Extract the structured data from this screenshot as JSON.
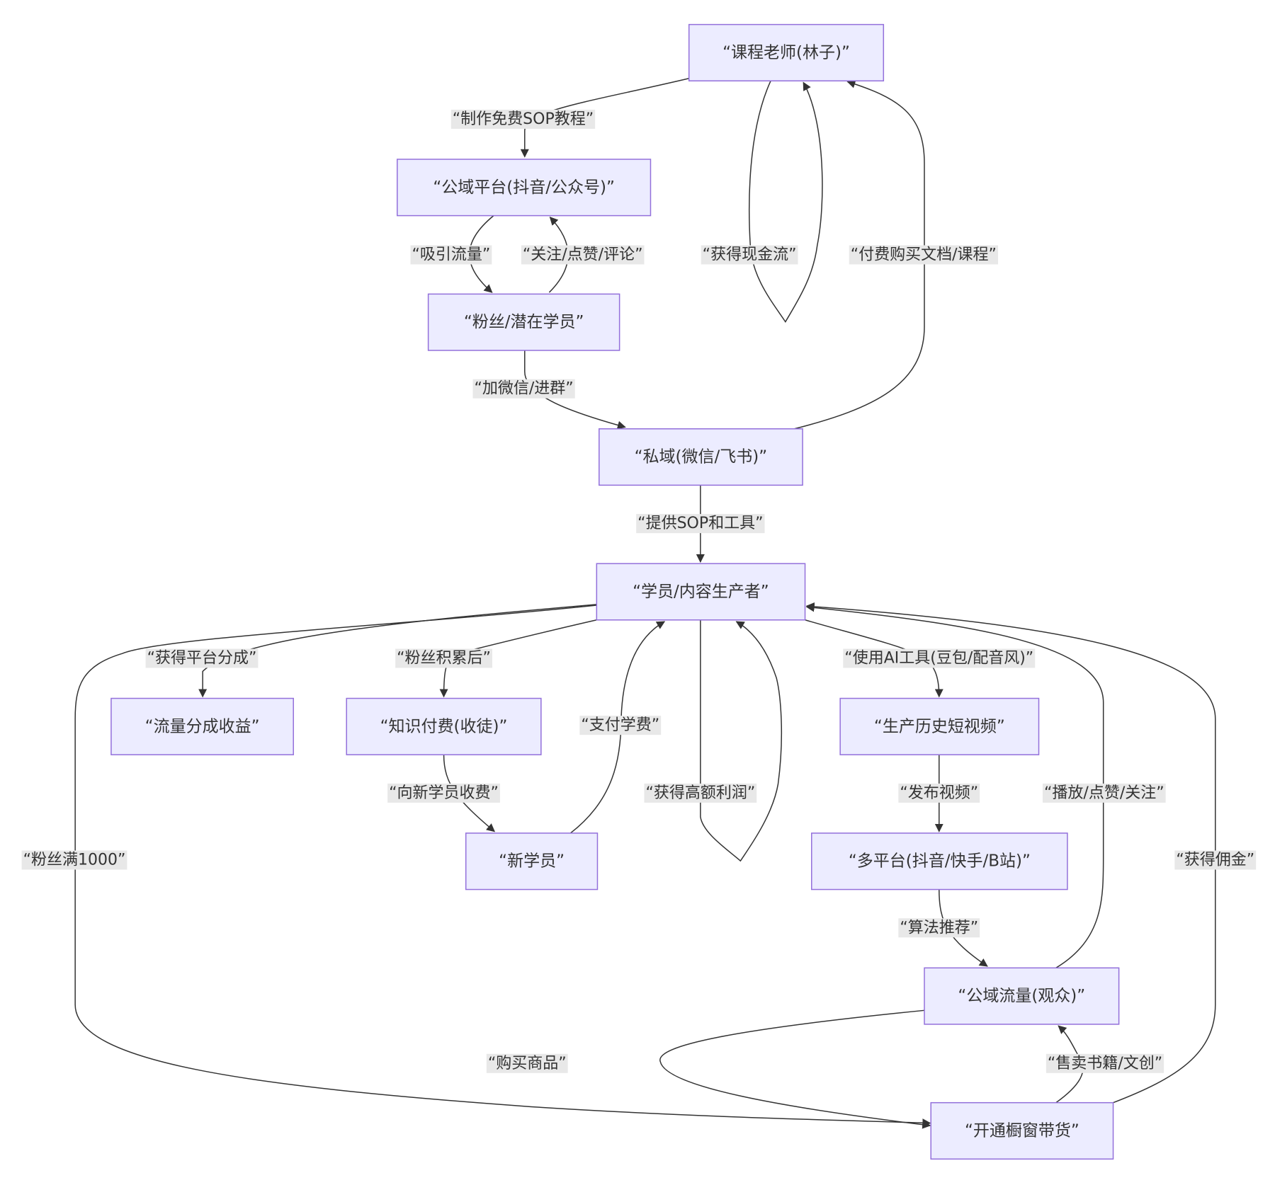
{
  "colors": {
    "node_fill": "#ECECFF",
    "node_stroke": "#9370DB",
    "edge": "#333333",
    "label_bg": "#E8E8E8",
    "text": "#333333"
  },
  "nodes": [
    {
      "id": "teacher",
      "label": "“课程老师(林子)”"
    },
    {
      "id": "public_platform",
      "label": "“公域平台(抖音/公众号)”"
    },
    {
      "id": "fans",
      "label": "“粉丝/潜在学员”"
    },
    {
      "id": "private",
      "label": "“私域(微信/飞书)”"
    },
    {
      "id": "student",
      "label": "“学员/内容生产者”"
    },
    {
      "id": "traffic_income",
      "label": "“流量分成收益”"
    },
    {
      "id": "knowledge_pay",
      "label": "“知识付费(收徒)”"
    },
    {
      "id": "new_student",
      "label": "“新学员”"
    },
    {
      "id": "produce_video",
      "label": "“生产历史短视频”"
    },
    {
      "id": "multi_platform",
      "label": "“多平台(抖音/快手/B站)”"
    },
    {
      "id": "public_traffic",
      "label": "“公域流量(观众)”"
    },
    {
      "id": "shop_window",
      "label": "“开通橱窗带货”"
    }
  ],
  "edges": [
    {
      "from": "teacher",
      "to": "public_platform",
      "label": "“制作免费SOP教程”"
    },
    {
      "from": "public_platform",
      "to": "fans",
      "label": "“吸引流量”"
    },
    {
      "from": "fans",
      "to": "public_platform",
      "label": "“关注/点赞/评论”"
    },
    {
      "from": "teacher",
      "to": "teacher",
      "label": "“获得现金流”"
    },
    {
      "from": "private",
      "to": "teacher",
      "label": "“付费购买文档/课程”"
    },
    {
      "from": "fans",
      "to": "private",
      "label": "“加微信/进群”"
    },
    {
      "from": "private",
      "to": "student",
      "label": "“提供SOP和工具”"
    },
    {
      "from": "student",
      "to": "traffic_income",
      "label": "“获得平台分成”"
    },
    {
      "from": "student",
      "to": "knowledge_pay",
      "label": "“粉丝积累后”"
    },
    {
      "from": "new_student",
      "to": "student",
      "label": "“支付学费”"
    },
    {
      "from": "student",
      "to": "student",
      "label": "“获得高额利润”"
    },
    {
      "from": "student",
      "to": "produce_video",
      "label": "“使用AI工具(豆包/配音风)”"
    },
    {
      "from": "knowledge_pay",
      "to": "new_student",
      "label": "“向新学员收费”"
    },
    {
      "from": "produce_video",
      "to": "multi_platform",
      "label": "“发布视频”"
    },
    {
      "from": "public_traffic",
      "to": "student",
      "label": "“播放/点赞/关注”"
    },
    {
      "from": "student",
      "to": "shop_window",
      "label": "“粉丝满1000”"
    },
    {
      "from": "shop_window",
      "to": "student",
      "label": "“获得佣金”"
    },
    {
      "from": "multi_platform",
      "to": "public_traffic",
      "label": "“算法推荐”"
    },
    {
      "from": "public_traffic",
      "to": "shop_window",
      "label": "“购买商品”"
    },
    {
      "from": "shop_window",
      "to": "public_traffic",
      "label": "“售卖书籍/文创”"
    }
  ]
}
